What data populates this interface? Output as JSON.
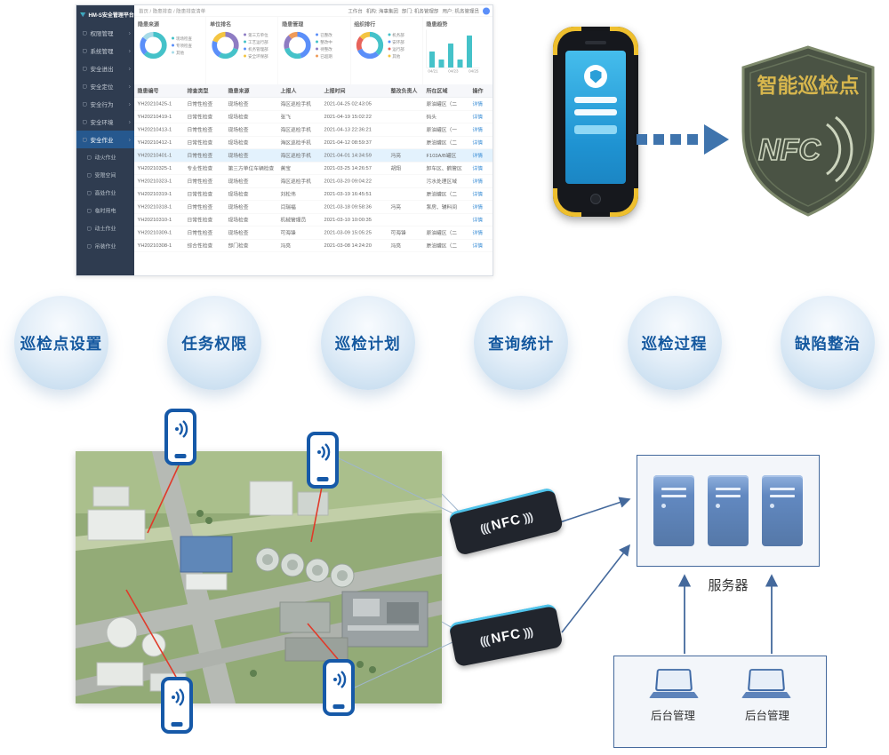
{
  "dashboard": {
    "logo": "HM-S安全管理平台",
    "topbar": {
      "breadcrumb": "首页 / 隐患排查 / 隐患排查清单",
      "workspace": "工作台",
      "org": "机构: 海事集团",
      "dept": "部门: 机务管理部",
      "user": "用户: 机务管理员"
    },
    "sidebar": {
      "items": [
        {
          "label": "权限管理",
          "chevron": true
        },
        {
          "label": "系统管理",
          "chevron": true
        },
        {
          "label": "安全进出",
          "chevron": true
        },
        {
          "label": "安全定位",
          "chevron": true
        },
        {
          "label": "安全行为",
          "chevron": true
        },
        {
          "label": "安全环境",
          "chevron": true
        },
        {
          "label": "安全作业",
          "chevron": true,
          "active": true
        },
        {
          "label": "动火作业",
          "sub": true
        },
        {
          "label": "受限空间",
          "sub": true
        },
        {
          "label": "高处作业",
          "sub": true
        },
        {
          "label": "临时用电",
          "sub": true
        },
        {
          "label": "动土作业",
          "sub": true
        },
        {
          "label": "吊装作业",
          "sub": true
        }
      ]
    },
    "charts": [
      {
        "type": "donut",
        "title": "隐患来源",
        "segments": [
          {
            "label": "现场检查",
            "value": 62,
            "color": "#45c2c9"
          },
          {
            "label": "专项检查",
            "value": 23,
            "color": "#5b8ff9"
          },
          {
            "label": "其他",
            "value": 15,
            "color": "#a7dbe8"
          }
        ]
      },
      {
        "type": "donut",
        "title": "单位排名",
        "segments": [
          {
            "label": "第三方单位",
            "value": 30,
            "color": "#8e7cc3"
          },
          {
            "label": "工艺运行部",
            "value": 28,
            "color": "#45c2c9"
          },
          {
            "label": "机务管理部",
            "value": 22,
            "color": "#5b8ff9"
          },
          {
            "label": "安全环保部",
            "value": 20,
            "color": "#f4c542"
          }
        ]
      },
      {
        "type": "donut",
        "title": "隐患管理",
        "segments": [
          {
            "label": "已整改",
            "value": 45,
            "color": "#5b8ff9"
          },
          {
            "label": "整改中",
            "value": 25,
            "color": "#45c2c9"
          },
          {
            "label": "待整改",
            "value": 18,
            "color": "#8e7cc3"
          },
          {
            "label": "已超期",
            "value": 12,
            "color": "#f09b59"
          }
        ]
      },
      {
        "type": "donut",
        "title": "组织排行",
        "segments": [
          {
            "label": "机务部",
            "value": 38,
            "color": "#45c2c9"
          },
          {
            "label": "安环部",
            "value": 30,
            "color": "#5b8ff9"
          },
          {
            "label": "运行部",
            "value": 18,
            "color": "#e8635a"
          },
          {
            "label": "其他",
            "value": 14,
            "color": "#f4c542"
          }
        ]
      },
      {
        "type": "bars",
        "title": "隐患趋势",
        "bar_color": "#45c2c9",
        "values": [
          2,
          1,
          3,
          1,
          4
        ],
        "xticks": [
          "04/21",
          "04/23",
          "04/25"
        ]
      }
    ],
    "table": {
      "headers": [
        "隐患编号",
        "排查类型",
        "隐患来源",
        "上报人",
        "上报时间",
        "整改负责人",
        "所在区域",
        "操作"
      ],
      "action_label": "详情",
      "highlight_row": 4,
      "rows": [
        [
          "YH20210425-1",
          "日常性检查",
          "现场检查",
          "海区巡检手机",
          "2021-04-25 02:43:05",
          "",
          "原油罐区（二",
          "详情"
        ],
        [
          "YH20210419-1",
          "日常性检查",
          "现场检查",
          "张飞",
          "2021-04-19 15:02:22",
          "",
          "码头",
          "详情"
        ],
        [
          "YH20210413-1",
          "日常性检查",
          "现场检查",
          "海区巡检手机",
          "2021-04-13 22:36:21",
          "",
          "原油罐区（一",
          "详情"
        ],
        [
          "YH20210412-1",
          "日常性检查",
          "现场检查",
          "海区巡检手机",
          "2021-04-12 08:59:37",
          "",
          "原油罐区（二",
          "详情"
        ],
        [
          "YH20210401-1",
          "日常性检查",
          "现场检查",
          "海区巡检手机",
          "2021-04-01 14:34:59",
          "冯亮",
          "F103A/B罐区",
          "详情"
        ],
        [
          "YH20210325-1",
          "专业性检查",
          "第三方单位车辆检查",
          "黄宝",
          "2021-03-25 14:26:57",
          "胡翔",
          "卸车区、鹤管区",
          "详情"
        ],
        [
          "YH20210323-1",
          "日常性检查",
          "现场检查",
          "海区巡检手机",
          "2021-03-20 09:04:22",
          "",
          "污水处理区域",
          "详情"
        ],
        [
          "YH20210319-1",
          "日常性检查",
          "现场检查",
          "刘松伟",
          "2021-03-19 16:45:51",
          "",
          "原油罐区（二",
          "详情"
        ],
        [
          "YH20210318-1",
          "日常性检查",
          "现场检查",
          "闫瑞福",
          "2021-03-18 09:58:36",
          "冯亮",
          "泵房、辅料间",
          "详情"
        ],
        [
          "YH20210310-1",
          "日常性检查",
          "现场检查",
          "机械管理员",
          "2021-03-10 10:00:35",
          "",
          "",
          "详情"
        ],
        [
          "YH20210309-1",
          "日常性检查",
          "现场检查",
          "可海锋",
          "2021-03-09 15:05:25",
          "可海锋",
          "原油罐区（二",
          "详情"
        ],
        [
          "YH20210308-1",
          "综合性检查",
          "部门检查",
          "冯亮",
          "2021-03-08 14:24:20",
          "冯亮",
          "原油罐区（二",
          "详情"
        ]
      ]
    }
  },
  "badge": {
    "title": "智能巡检点",
    "nfc_text": "NFC"
  },
  "features": [
    "巡检点设置",
    "任务权限",
    "巡检计划",
    "查询统计",
    "巡检过程",
    "缺陷整治"
  ],
  "architecture": {
    "server_label": "服务器",
    "backend_labels": [
      "后台管理",
      "后台管理"
    ],
    "nfc": {
      "wave_left": "(((",
      "label": "NFC",
      "wave_right": ")))"
    }
  },
  "icons": {
    "chevron": "›"
  }
}
